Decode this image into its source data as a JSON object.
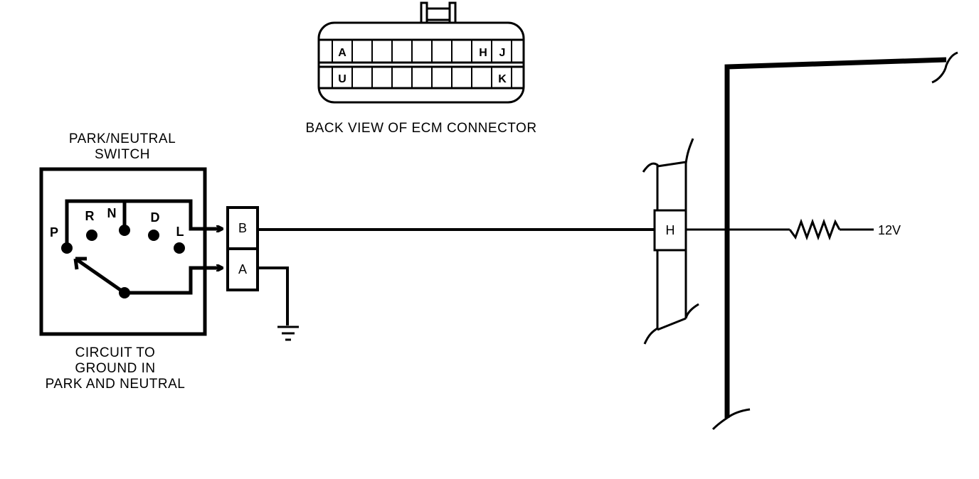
{
  "ecm_connector": {
    "caption": "BACK VIEW OF ECM CONNECTOR",
    "top_row": [
      "A",
      "",
      "",
      "",
      "",
      "",
      "",
      "",
      "H",
      "J"
    ],
    "bottom_row": [
      "U",
      "",
      "",
      "",
      "",
      "",
      "",
      "",
      "",
      "K"
    ]
  },
  "switch": {
    "title_line1": "PARK/NEUTRAL",
    "title_line2": "SWITCH",
    "positions": [
      "P",
      "R",
      "N",
      "D",
      "L"
    ],
    "note_line1": "CIRCUIT TO",
    "note_line2": "GROUND IN",
    "note_line3": "PARK AND NEUTRAL"
  },
  "connector_pins": {
    "b": "B",
    "a": "A",
    "h": "H"
  },
  "supply": {
    "voltage": "12V"
  }
}
